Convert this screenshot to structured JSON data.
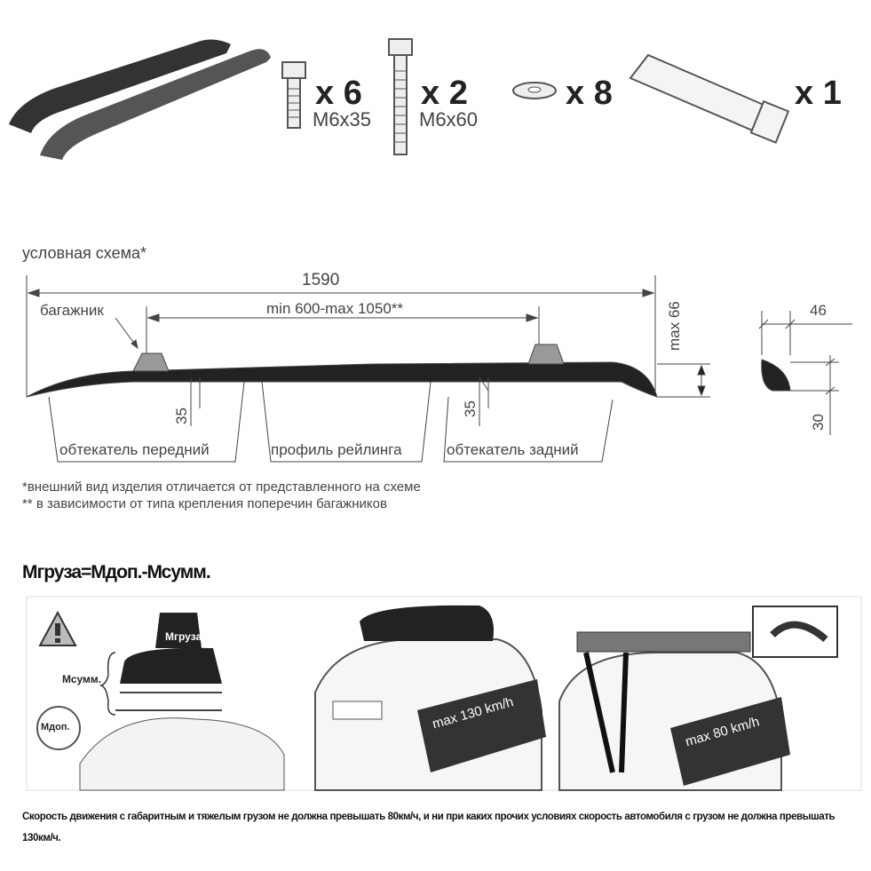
{
  "kit": {
    "bolt_short": {
      "qty": "x 6",
      "size": "M6x35"
    },
    "bolt_long": {
      "qty": "x 2",
      "size": "M6x60"
    },
    "washer": {
      "qty": "x 8"
    },
    "sealant_tube": {
      "qty": "x 1"
    }
  },
  "scheme": {
    "title": "условная схема*",
    "length": "1590",
    "crossbar_range": "min 600-max 1050**",
    "crossbar_label": "багажник",
    "max_height": "max 66",
    "mount_height_front": "35",
    "mount_height_rear": "35",
    "profile_width": "46",
    "profile_height": "30",
    "labels": [
      "обтекатель передний",
      "профиль рейлинга",
      "обтекатель задний"
    ]
  },
  "footnotes": [
    "*внешний вид изделия отличается от представленного на схеме",
    "** в зависимости от типа крепления поперечин багажников"
  ],
  "formula": "Мгруза=Мдоп.-Мсумм.",
  "load_panel": {
    "m_cargo": "Мгруза",
    "m_sum": "Мсумм.",
    "m_allowed": "Мдоп.",
    "speed_box": "max 130 km/h",
    "speed_open": "max 80 km/h"
  },
  "warning_text": "Скорость движения с габаритным и тяжелым грузом не должна превышать 80км/ч, и ни при каких прочих условиях скорость автомобиля с грузом не должна превышать 130км/ч."
}
